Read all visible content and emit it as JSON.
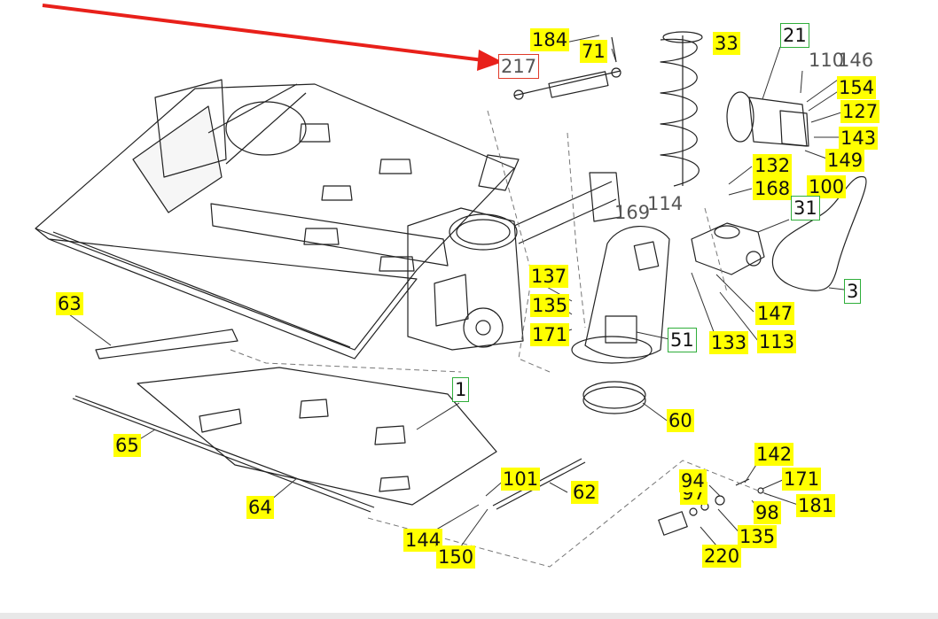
{
  "diagram": {
    "callouts": [
      {
        "id": "184",
        "style": "yellow"
      },
      {
        "id": "71",
        "style": "yellow"
      },
      {
        "id": "217",
        "style": "red"
      },
      {
        "id": "33",
        "style": "yellow"
      },
      {
        "id": "21",
        "style": "green"
      },
      {
        "id": "110",
        "style": "plain"
      },
      {
        "id": "146",
        "style": "plain"
      },
      {
        "id": "154",
        "style": "yellow"
      },
      {
        "id": "127",
        "style": "yellow"
      },
      {
        "id": "143",
        "style": "yellow"
      },
      {
        "id": "149",
        "style": "yellow"
      },
      {
        "id": "132",
        "style": "yellow"
      },
      {
        "id": "168",
        "style": "yellow"
      },
      {
        "id": "100",
        "style": "yellow"
      },
      {
        "id": "114",
        "style": "plain"
      },
      {
        "id": "169",
        "style": "plain"
      },
      {
        "id": "31",
        "style": "green"
      },
      {
        "id": "3",
        "style": "green"
      },
      {
        "id": "137",
        "style": "yellow"
      },
      {
        "id": "135",
        "style": "yellow"
      },
      {
        "id": "171",
        "style": "yellow"
      },
      {
        "id": "51",
        "style": "green"
      },
      {
        "id": "133",
        "style": "yellow"
      },
      {
        "id": "113",
        "style": "yellow"
      },
      {
        "id": "147",
        "style": "yellow"
      },
      {
        "id": "63",
        "style": "yellow"
      },
      {
        "id": "1",
        "style": "green"
      },
      {
        "id": "60",
        "style": "yellow"
      },
      {
        "id": "65",
        "style": "yellow"
      },
      {
        "id": "64",
        "style": "yellow"
      },
      {
        "id": "101",
        "style": "yellow"
      },
      {
        "id": "62",
        "style": "yellow"
      },
      {
        "id": "144",
        "style": "yellow"
      },
      {
        "id": "150",
        "style": "yellow"
      },
      {
        "id": "142",
        "style": "yellow"
      },
      {
        "id": "97",
        "style": "yellow"
      },
      {
        "id": "94",
        "style": "yellow"
      },
      {
        "id": "171",
        "style": "yellow"
      },
      {
        "id": "181",
        "style": "yellow"
      },
      {
        "id": "98",
        "style": "yellow"
      },
      {
        "id": "135",
        "style": "yellow"
      },
      {
        "id": "220",
        "style": "yellow"
      }
    ],
    "colors": {
      "highlight": "#ffff00",
      "group_box": "#2fae3a",
      "selected_box": "#e03b2a",
      "arrow": "#e8201a",
      "line": "#222222"
    }
  }
}
